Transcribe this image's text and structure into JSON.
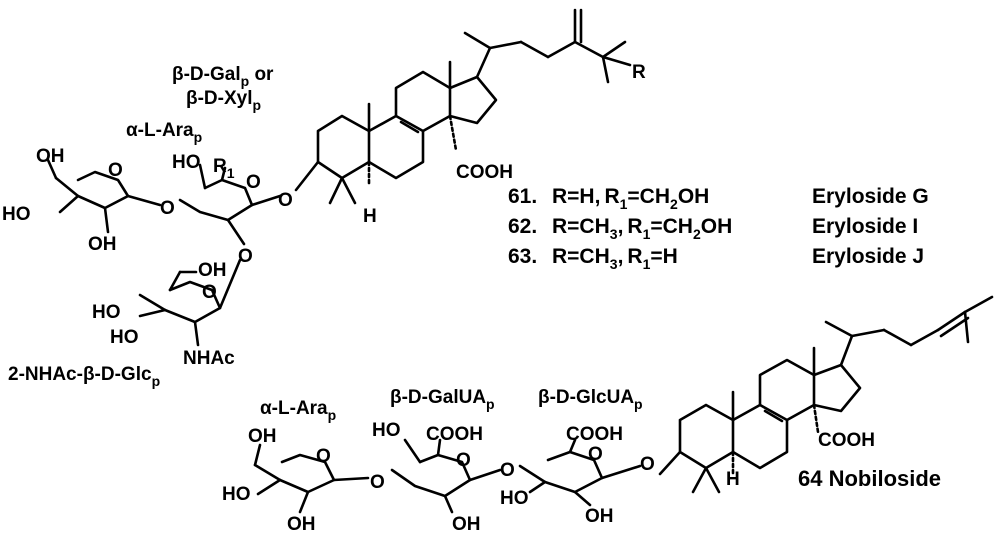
{
  "diagram": {
    "type": "chemical-structure-figure"
  },
  "upper_structure": {
    "sugar_labels": {
      "ara": {
        "main": "α-L-Ara",
        "sub": "p"
      },
      "gal_or_xyl_line1": {
        "main": "β-D-Gal",
        "sub": "p",
        "tail": " or"
      },
      "gal_or_xyl_line2": {
        "main": "β-D-Xyl",
        "sub": "p"
      },
      "glcnac": {
        "main": "2-NHAc-β-D-Glc",
        "sub": "p"
      }
    },
    "atom_labels": {
      "oh": "OH",
      "ho": "HO",
      "o": "O",
      "r1": "R",
      "r1_sub": "1",
      "r": "R",
      "h": "H",
      "cooh": "COOH",
      "nhac": "NHAc"
    },
    "compounds": [
      {
        "num": "61.",
        "r": "R=H,",
        "r1_pre": "R",
        "r1_sub": "1",
        "r1_post": "=CH",
        "r1_sub2": "2",
        "r1_end": "OH",
        "name": "Eryloside G"
      },
      {
        "num": "62.",
        "r_pre": "R=CH",
        "r_sub": "3",
        "r_post": ",",
        "r1_pre": "R",
        "r1_sub": "1",
        "r1_post": "=CH",
        "r1_sub2": "2",
        "r1_end": "OH",
        "name": "Eryloside I"
      },
      {
        "num": "63.",
        "r_pre": "R=CH",
        "r_sub": "3",
        "r_post": ",",
        "r1_pre": "R",
        "r1_sub": "1",
        "r1_post": "=H",
        "name": "Eryloside J"
      }
    ]
  },
  "lower_structure": {
    "sugar_labels": {
      "ara": {
        "main": "α-L-Ara",
        "sub": "p"
      },
      "galua": {
        "main": "β-D-GalUA",
        "sub": "p"
      },
      "glcua": {
        "main": "β-D-GlcUA",
        "sub": "p"
      }
    },
    "atom_labels": {
      "oh": "OH",
      "ho": "HO",
      "o": "O",
      "h": "H",
      "cooh": "COOH"
    },
    "compound_label": "64 Nobiloside"
  }
}
